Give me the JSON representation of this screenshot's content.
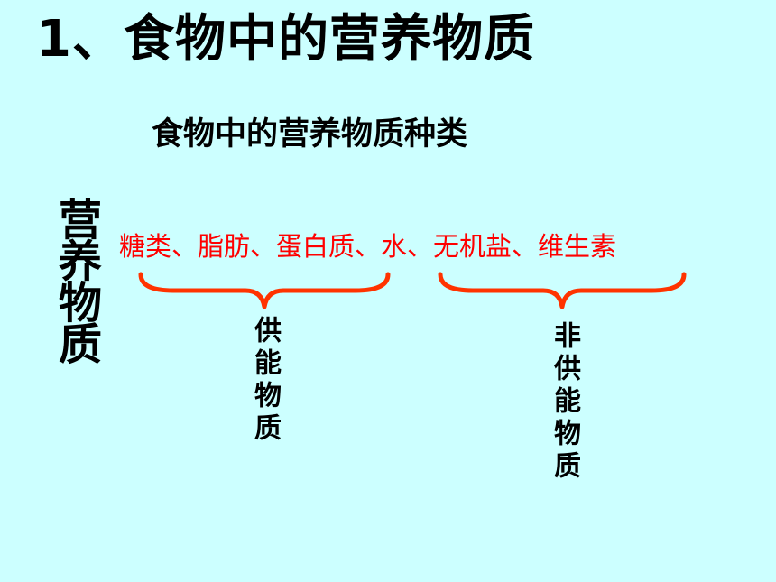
{
  "slide": {
    "title": "1、食物中的营养物质",
    "subtitle": "食物中的营养物质种类",
    "side_label": "营养物质",
    "nutrients_text": "糖类、脂肪、蛋白质、水、无机盐、维生素",
    "energy_group_label": "供能物质",
    "non_energy_group_label": "非供能物质",
    "colors": {
      "background": "#ccffff",
      "nutrient_text": "#ff0000",
      "brace": "#ff3300",
      "text": "#000000"
    }
  }
}
